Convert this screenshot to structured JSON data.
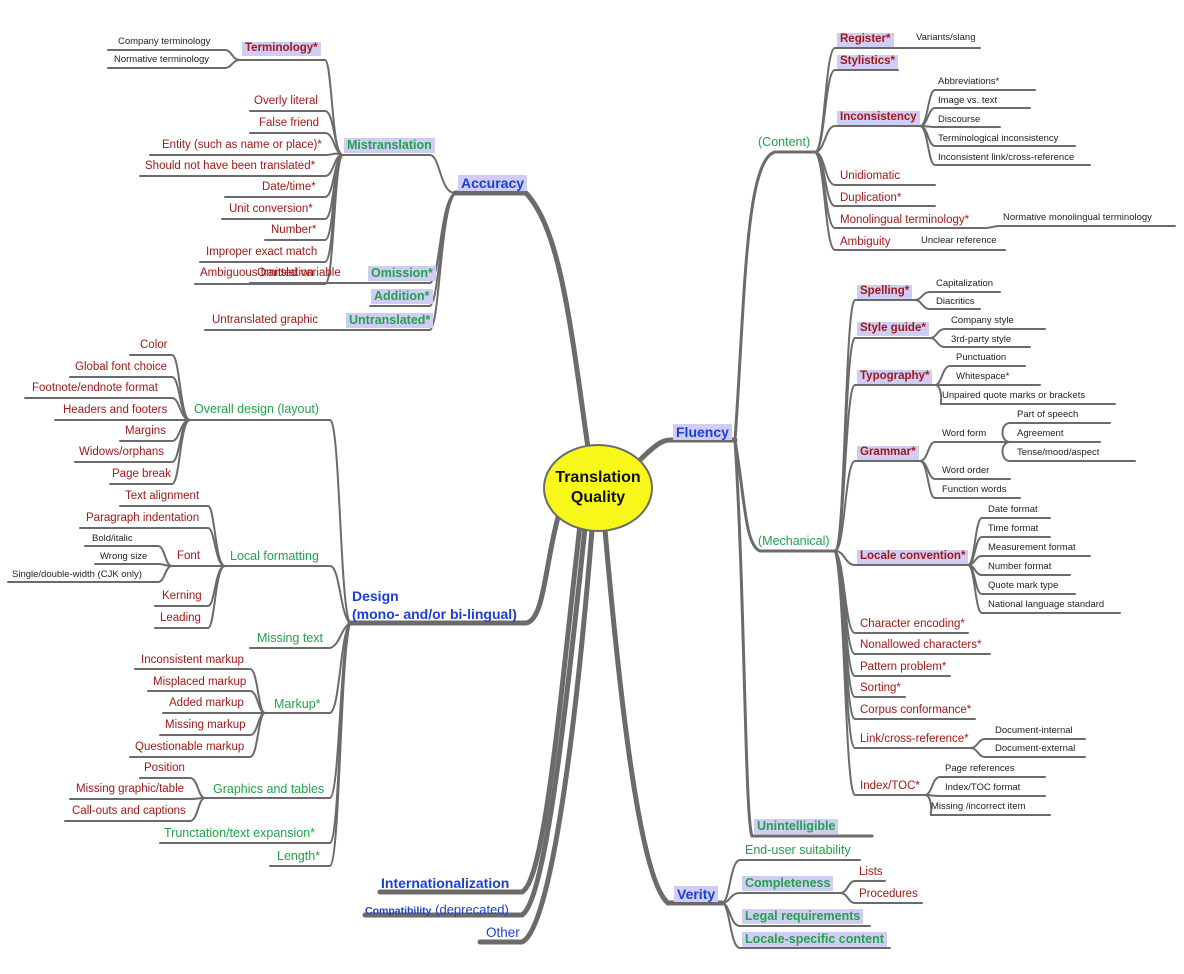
{
  "center": {
    "line1": "Translation",
    "line2": "Quality"
  },
  "branches": {
    "accuracy": "Accuracy",
    "fluency": "Fluency",
    "design_line1": "Design",
    "design_line2": "(mono- and/or bi-lingual)",
    "internationalization": "Internationalization",
    "compatibility": "Compatibility",
    "compatibility_note": "(deprecated)",
    "other": "Other",
    "verity": "Verity"
  },
  "accuracy": {
    "terminology": "Terminology*",
    "company_terminology": "Company terminology",
    "normative_terminology": "Normative terminology",
    "mistranslation": "Mistranslation",
    "overly_literal": "Overly literal",
    "false_friend": "False friend",
    "entity": "Entity (such as name or place)*",
    "should_not_translate": "Should not have been translated*",
    "date_time": "Date/time*",
    "unit_conversion": "Unit conversion*",
    "number": "Number*",
    "improper_exact_match": "Improper exact match",
    "ambiguous_translation": "Ambiguous translation",
    "omission": "Omission*",
    "omitted_variable": "Omitted variable",
    "addition": "Addition*",
    "untranslated": "Untranslated*",
    "untranslated_graphic": "Untranslated graphic"
  },
  "design": {
    "overall_design": "Overall design (layout)",
    "color": "Color",
    "global_font": "Global font choice",
    "footnote": "Footnote/endnote format",
    "headers_footers": "Headers and footers",
    "margins": "Margins",
    "widows": "Widows/orphans",
    "page_break": "Page break",
    "local_formatting": "Local formatting",
    "text_alignment": "Text alignment",
    "paragraph_indentation": "Paragraph indentation",
    "font": "Font",
    "bold_italic": "Bold/italic",
    "wrong_size": "Wrong size",
    "single_double_width": "Single/double-width (CJK only)",
    "kerning": "Kerning",
    "leading": "Leading",
    "missing_text": "Missing text",
    "markup": "Markup*",
    "inconsistent_markup": "Inconsistent markup",
    "misplaced_markup": "Misplaced markup",
    "added_markup": "Added markup",
    "missing_markup": "Missing markup",
    "questionable_markup": "Questionable markup",
    "graphics_tables": "Graphics and tables",
    "position": "Position",
    "missing_graphic": "Missing graphic/table",
    "callouts": "Call-outs and captions",
    "truncation": "Trunctation/text expansion*",
    "length": "Length*"
  },
  "fluency": {
    "content": "(Content)",
    "register": "Register*",
    "variants_slang": "Variants/slang",
    "stylistics": "Stylistics*",
    "inconsistency": "Inconsistency",
    "abbreviations": "Abbreviations*",
    "image_vs_text": "Image vs. text",
    "discourse": "Discourse",
    "terminological_inconsistency": "Terminological inconsistency",
    "inconsistent_link": "Inconsistent link/cross-reference",
    "unidiomatic": "Unidiomatic",
    "duplication": "Duplication*",
    "monolingual_terminology": "Monolingual terminology*",
    "normative_monolingual": "Normative monolingual terminology",
    "ambiguity": "Ambiguity",
    "unclear_reference": "Unclear reference",
    "mechanical": "(Mechanical)",
    "spelling": "Spelling*",
    "capitalization": "Capitalization",
    "diacritics": "Diacritics",
    "style_guide": "Style guide*",
    "company_style": "Company style",
    "third_party_style": "3rd-party style",
    "typography": "Typography*",
    "punctuation": "Punctuation",
    "whitespace": "Whitespace*",
    "unpaired_quotes": "Unpaired quote marks or brackets",
    "grammar": "Grammar*",
    "word_form": "Word form",
    "part_of_speech": "Part of speech",
    "agreement": "Agreement",
    "tense": "Tense/mood/aspect",
    "word_order": "Word order",
    "function_words": "Function words",
    "locale_convention": "Locale convention*",
    "date_format": "Date format",
    "time_format": "Time format",
    "measurement_format": "Measurement format",
    "number_format": "Number format",
    "quote_mark_type": "Quote mark type",
    "national_language_standard": "National language standard",
    "character_encoding": "Character encoding*",
    "nonallowed_characters": "Nonallowed characters*",
    "pattern_problem": "Pattern problem*",
    "sorting": "Sorting*",
    "corpus_conformance": "Corpus conformance*",
    "link_cross_reference": "Link/cross-reference*",
    "document_internal": "Document-internal",
    "document_external": "Document-external",
    "index_toc": "Index/TOC*",
    "page_references": "Page references",
    "index_toc_format": "Index/TOC format",
    "missing_incorrect_item": "Missing /incorrect item",
    "unintelligible": "Unintelligible"
  },
  "verity": {
    "end_user_suitability": "End-user suitability",
    "completeness": "Completeness",
    "lists": "Lists",
    "procedures": "Procedures",
    "legal_requirements": "Legal requirements",
    "locale_specific_content": "Locale-specific content"
  },
  "colors": {
    "leaf_red": "#a31919",
    "category_green": "#22a24a",
    "branch_blue": "#1c3fd6",
    "highlight": "#cfcdf3",
    "line_gray": "#6b6b6b",
    "center_yellow": "#f7f71a"
  }
}
